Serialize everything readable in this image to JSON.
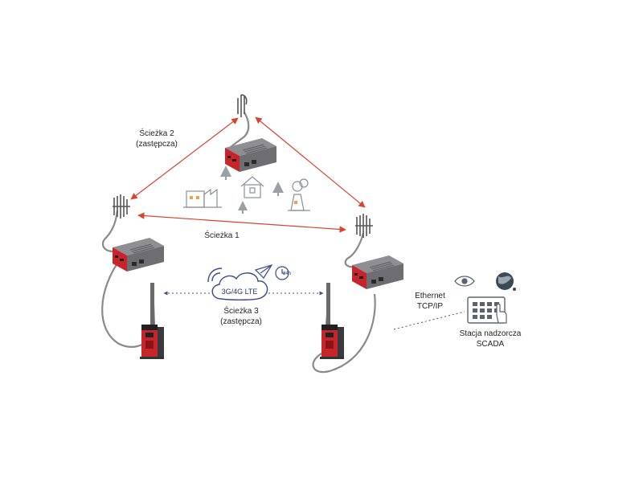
{
  "paths": {
    "path2_title": "Ścieżka 2",
    "path2_note": "(zastępcza)",
    "path1_title": "Ścieżka 1",
    "path3_title": "Ścieżka 3",
    "path3_note": "(zastępcza)"
  },
  "cloud": {
    "label": "3G/4G LTE",
    "clock_label": "24h"
  },
  "ethernet": {
    "line1": "Ethernet",
    "line2": "TCP/IP"
  },
  "scada": {
    "line1": "Stacja nadzorcza",
    "line2": "SCADA"
  },
  "colors": {
    "path_arrow": "#d9442e",
    "device_red": "#c8242b",
    "device_grey": "#6e6e72",
    "cable": "#8a8a8a",
    "dotted_link": "#4a4f8a",
    "icon_line": "#5a6470"
  },
  "icons": [
    "yagi-antenna-icon",
    "router-icon",
    "whip-antenna-icon",
    "din-rail-device-icon",
    "factory-icon",
    "house-icon",
    "tree-icon",
    "power-plant-icon",
    "wifi-icon",
    "paper-plane-icon",
    "clock-24h-icon",
    "eye-icon",
    "globe-icon",
    "touch-panel-icon"
  ]
}
